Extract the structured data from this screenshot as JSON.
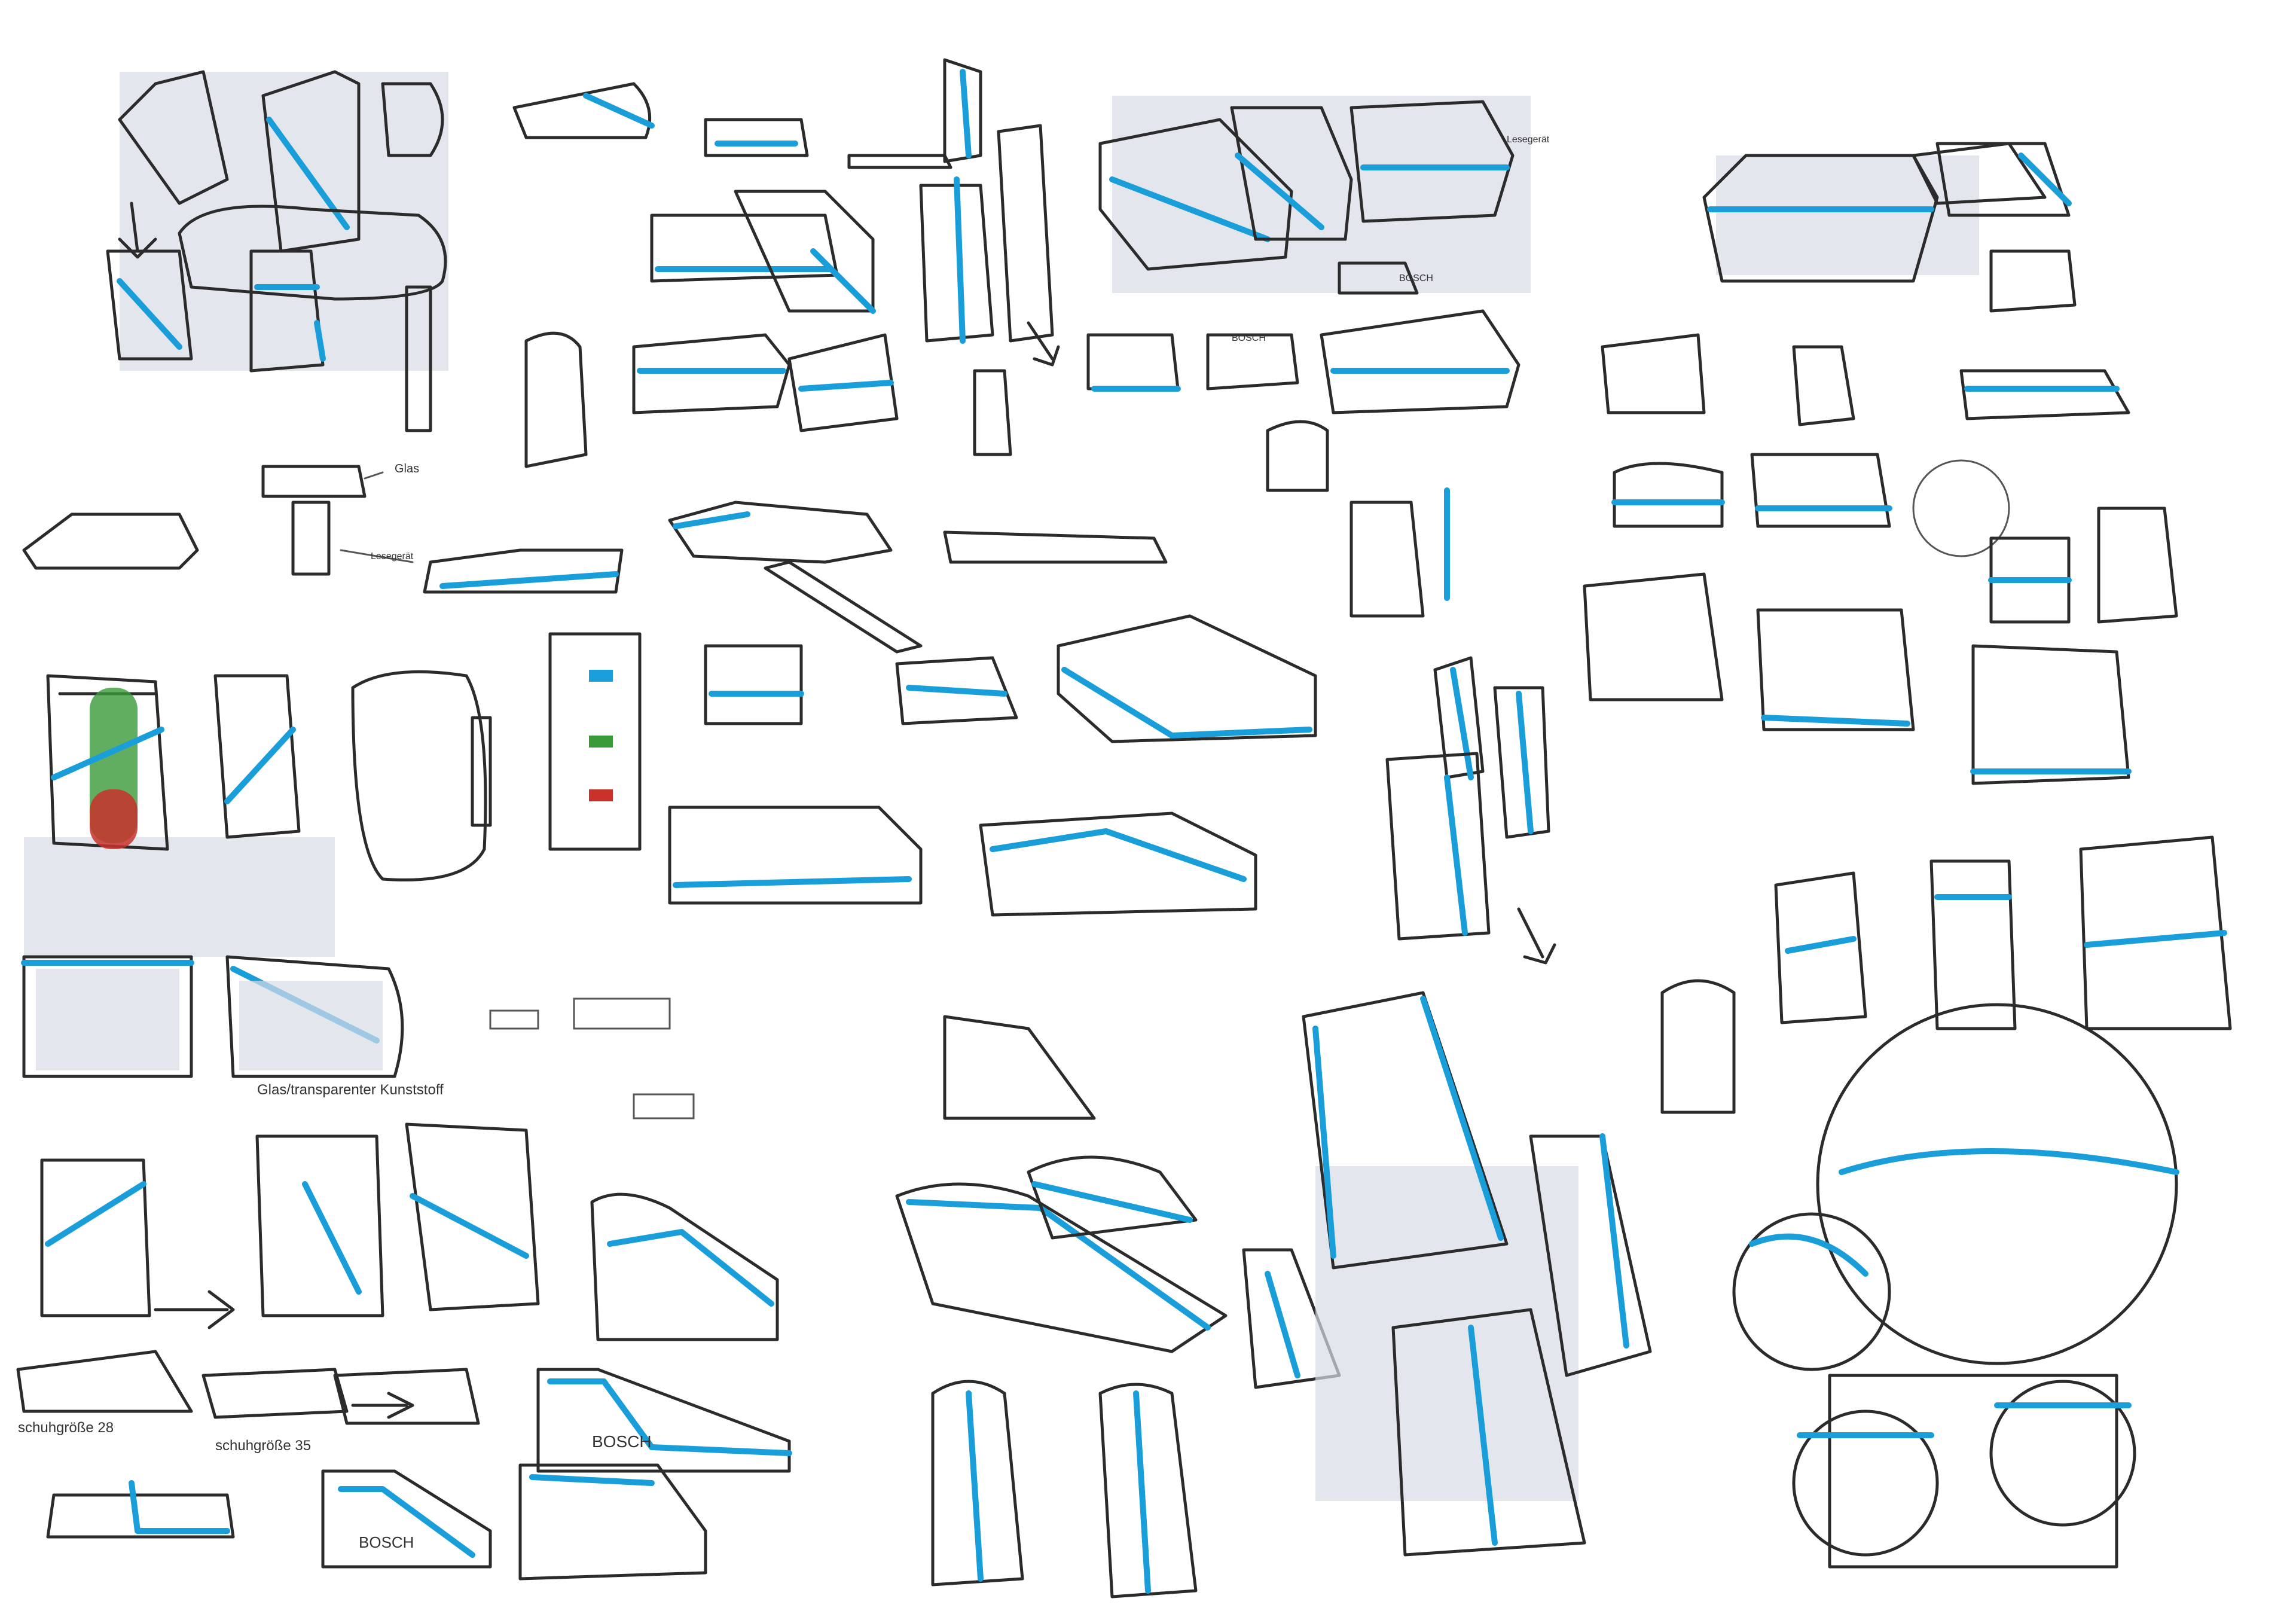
{
  "annotations": {
    "glas": "Glas",
    "lesegerat_top": "Lesegerät",
    "lesegerat_mid": "Lesegerät",
    "glas_transparent": "Glas/transparenter Kunststoff",
    "schuhgrosse_28": "schuhgröße 28",
    "schuhgrosse_35": "schuhgröße 35",
    "bosch_1": "BOSCH",
    "bosch_2": "BOSCH",
    "bosch_3": "BOSCH",
    "bosch_4": "BOSCH"
  },
  "colors": {
    "accent": "#1a9ed9",
    "ink": "#2b2b2b",
    "status_green": "#3a9a3a",
    "status_red": "#c8322b"
  }
}
